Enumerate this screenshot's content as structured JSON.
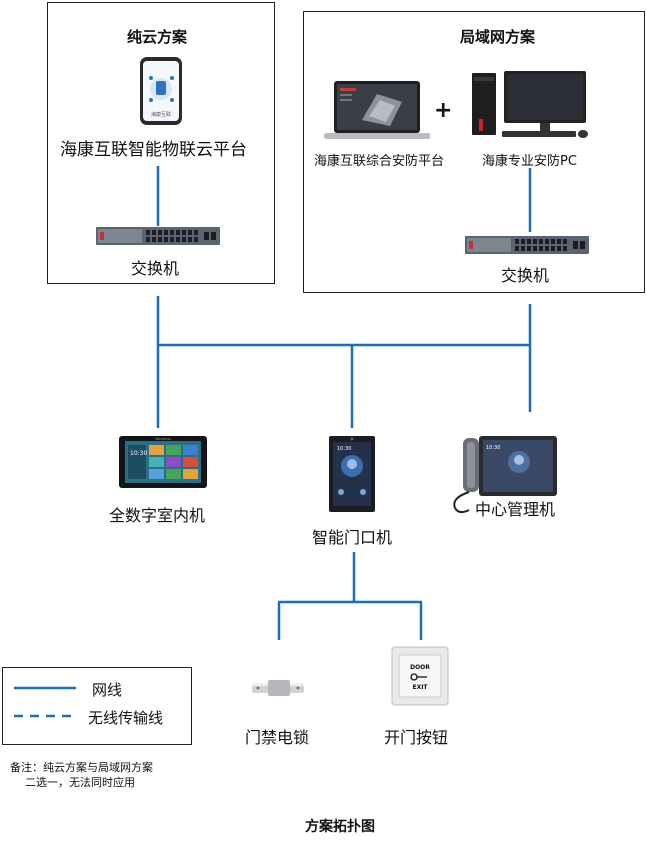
{
  "cloud": {
    "title": "纯云方案",
    "platform_label": "海康互联智能物联云平台",
    "switch_label": "交换机",
    "phone_screen_text": "海康互联"
  },
  "lan": {
    "title": "局域网方案",
    "platform_label": "海康互联综合安防平台",
    "plus": "+",
    "pc_label": "海康专业安防PC",
    "switch_label": "交换机"
  },
  "devices": {
    "indoor_label": "全数字室内机",
    "door_label": "智能门口机",
    "center_label": "中心管理机",
    "lock_label": "门禁电锁",
    "button_label": "开门按钮"
  },
  "exit_button": {
    "line1": "DOOR",
    "line2": "EXIT"
  },
  "indoor_screen": {
    "time": "10:30",
    "brand": "HIKVISION"
  },
  "center_screen": {
    "time": "10:30"
  },
  "door_screen": {
    "time": "10:30"
  },
  "legend": {
    "wired": "网线",
    "wireless": "无线传输线"
  },
  "note": {
    "line1": "备注：纯云方案与局域网方案",
    "line2": "二选一，无法同时应用"
  },
  "caption": "方案拓扑图",
  "colors": {
    "wire": "#1b6fb5",
    "frame": "#222222"
  }
}
